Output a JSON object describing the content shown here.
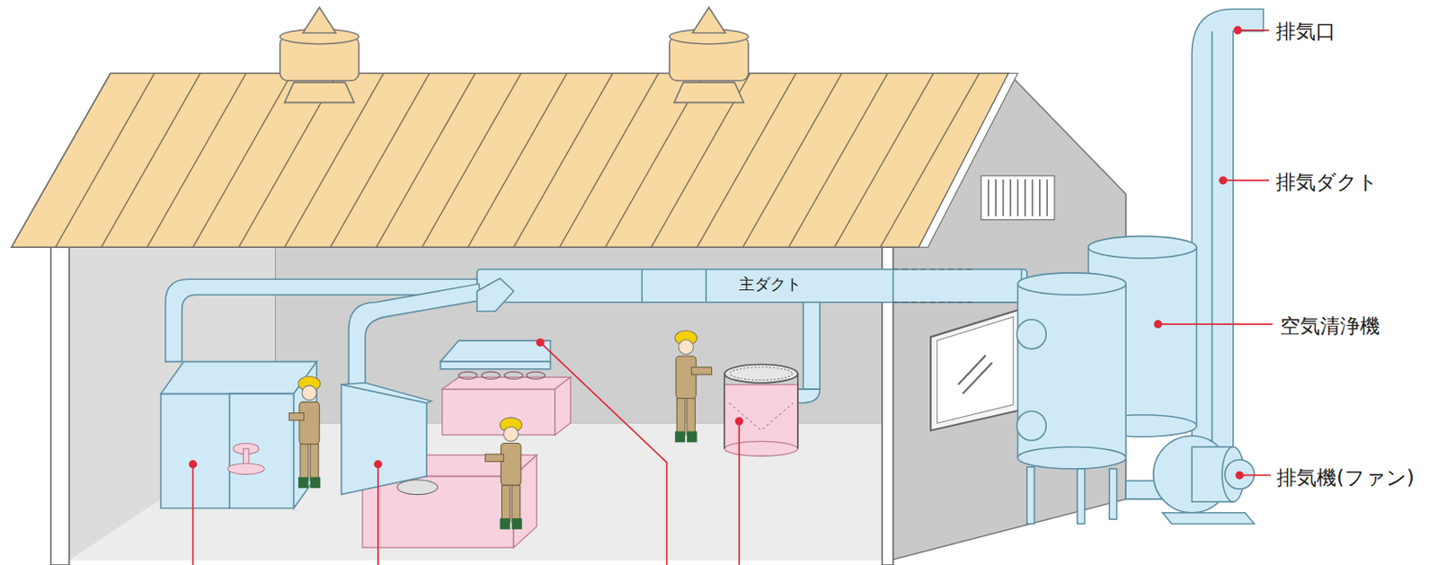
{
  "diagram": {
    "labels": [
      "排気口",
      "排気ダクト",
      "主ダクト",
      "空気清浄機",
      "排気機(ファン)"
    ]
  }
}
